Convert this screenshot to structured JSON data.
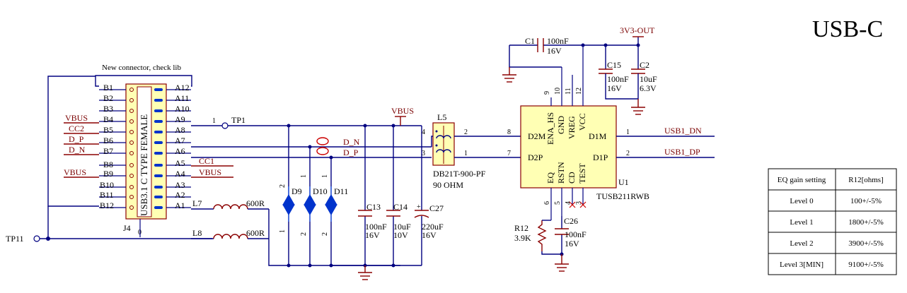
{
  "title": "USB-C",
  "note": "New connector, check lib",
  "colors": {
    "title": "#ff00ff",
    "wire": "#000080",
    "part": "#8b0000",
    "ic_fill": "#ffffb4",
    "diode": "#0033cc"
  },
  "connector": {
    "designator": "J4",
    "label": "USB3.1 C TYPE FEMALE",
    "b_pins": [
      "B1",
      "B2",
      "B3",
      "B4",
      "B5",
      "B6",
      "B7",
      "B8",
      "B9",
      "B10",
      "B11",
      "B12"
    ],
    "a_pins": [
      "A12",
      "A11",
      "A10",
      "A9",
      "A8",
      "A7",
      "A6",
      "A5",
      "A4",
      "A3",
      "A2",
      "A1"
    ],
    "b_nets": {
      "vbus1": "VBUS",
      "cc2": "CC2",
      "dp": "D_P",
      "dn": "D_N",
      "vbus2": "VBUS"
    },
    "a_nets": {
      "cc1": "CC1",
      "vbus": "VBUS"
    },
    "shield_pin": "0"
  },
  "testpoints": {
    "tp1": "TP1",
    "tp1_pin": "1",
    "tp11": "TP11"
  },
  "nets": {
    "vbus": "VBUS",
    "dn": "D_N",
    "dp": "D_P",
    "usb1_dn": "USB1_DN",
    "usb1_dp": "USB1_DP",
    "v3v3": "3V3-OUT"
  },
  "inductors": [
    {
      "ref": "L7",
      "value": "600R"
    },
    {
      "ref": "L8",
      "value": "600R"
    }
  ],
  "diodes": [
    {
      "ref": "D9",
      "pin_top": "2",
      "pin_bot": "1"
    },
    {
      "ref": "D10",
      "pin_top": "1",
      "pin_bot": "2"
    },
    {
      "ref": "D11",
      "pin_top": "1",
      "pin_bot": "2"
    }
  ],
  "caps_input": [
    {
      "ref": "C13",
      "value": "100nF",
      "volt": "16V"
    },
    {
      "ref": "C14",
      "value": "10uF",
      "volt": "10V"
    },
    {
      "ref": "C27",
      "value": "220uF",
      "volt": "16V",
      "polarity": "+"
    }
  ],
  "choke": {
    "ref": "L5",
    "part": "DB21T-900-PF",
    "imp": "90 OHM",
    "pins": [
      "4",
      "2",
      "3",
      "1"
    ]
  },
  "ic": {
    "ref": "U1",
    "part": "TUSB211RWB",
    "pins_left": [
      {
        "num": "8",
        "name": "D2M"
      },
      {
        "num": "7",
        "name": "D2P"
      }
    ],
    "pins_right": [
      {
        "num": "1",
        "name": "D1M"
      },
      {
        "num": "2",
        "name": "D1P"
      }
    ],
    "pins_top": [
      {
        "num": "9",
        "name": "ENA_HS"
      },
      {
        "num": "10",
        "name": "GND"
      },
      {
        "num": "11",
        "name": "VREG"
      },
      {
        "num": "12",
        "name": "VCC"
      }
    ],
    "pins_bottom": [
      {
        "num": "6",
        "name": "EQ"
      },
      {
        "num": "5",
        "name": "RSTN"
      },
      {
        "num": "4",
        "name": "CD"
      },
      {
        "num": "3",
        "name": "TEST"
      }
    ]
  },
  "caps_ic": [
    {
      "ref": "C1",
      "value": "100nF",
      "volt": "16V"
    },
    {
      "ref": "C15",
      "value": "100nF",
      "volt": "16V"
    },
    {
      "ref": "C2",
      "value": "10uF",
      "volt": "6.3V"
    },
    {
      "ref": "C26",
      "value": "100nF",
      "volt": "16V"
    }
  ],
  "resistor": {
    "ref": "R12",
    "value": "3.9K"
  },
  "eq_table": {
    "headers": [
      "EQ gain setting",
      "R12[ohms]"
    ],
    "rows": [
      [
        "Level 0",
        "100+/-5%"
      ],
      [
        "Level 1",
        "1800+/-5%"
      ],
      [
        "Level 2",
        "3900+/-5%"
      ],
      [
        "Level 3[MIN]",
        "9100+/-5%"
      ]
    ]
  }
}
